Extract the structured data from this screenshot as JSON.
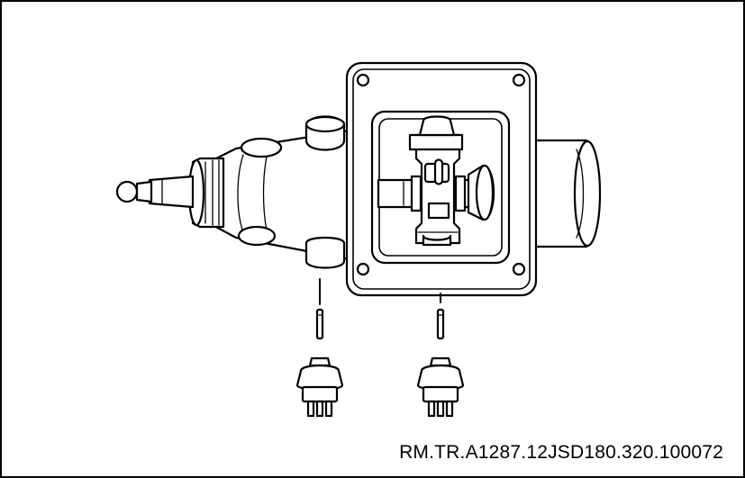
{
  "figure": {
    "reference_code": "RM.TR.A1287.12JSD180.320.100072",
    "colors": {
      "line": "#000000",
      "background": "#ffffff",
      "shade": "#e2e2e2"
    },
    "parts": [
      "transfer-case-housing",
      "output-tube",
      "nose-housing",
      "front-flange",
      "shift-rail-assembly",
      "switch-left",
      "switch-right",
      "switch-pin-left",
      "switch-pin-right"
    ]
  }
}
